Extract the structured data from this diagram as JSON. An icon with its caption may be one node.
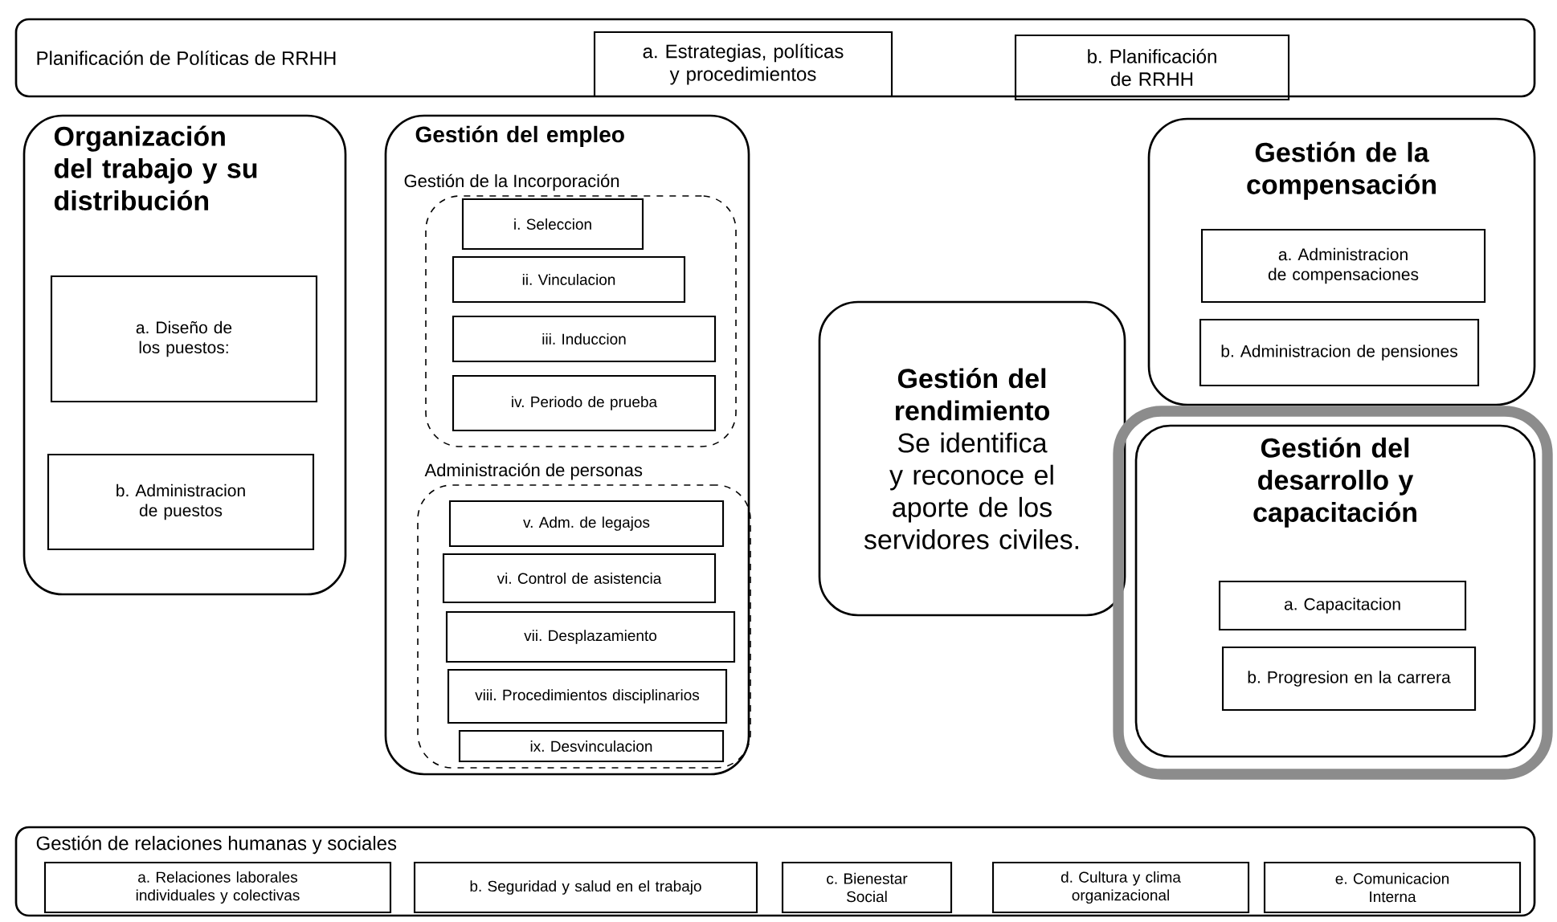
{
  "diagram": {
    "nodes": [
      {
        "text": [
          "Planificación de Políticas de RRHH"
        ]
      },
      {
        "text": [
          "a. Estrategias, políticas y procedimientos"
        ],
        "in": 0
      },
      {
        "text": [
          "b. Planificación de RRHH"
        ],
        "in": 0
      },
      {
        "text": [
          "Organización del trabajo y su distribución"
        ]
      },
      {
        "text": [
          "a. Diseño de los puestos:"
        ],
        "in": 3
      },
      {
        "text": [
          "b. Administracion de puestos"
        ],
        "in": 3
      },
      {
        "text": [
          "Gestión del empleo"
        ]
      },
      {
        "text": [
          "Gestión de la Incorporación"
        ],
        "in": 6
      },
      {
        "text": [
          "i. Seleccion"
        ],
        "in": 7
      },
      {
        "text": [
          "ii. Vinculacion"
        ],
        "in": 7
      },
      {
        "text": [
          "iii. Induccion"
        ],
        "in": 7
      },
      {
        "text": [
          "iv. Periodo de prueba"
        ],
        "in": 7
      },
      {
        "text": [
          "Administración de personas"
        ],
        "in": 6
      },
      {
        "text": [
          "v. Adm. de legajos"
        ],
        "in": 12
      },
      {
        "text": [
          "vi. Control de asistencia"
        ],
        "in": 12
      },
      {
        "text": [
          "vii. Desplazamiento"
        ],
        "in": 12
      },
      {
        "text": [
          "viii. Procedimientos disciplinarios"
        ],
        "in": 12
      },
      {
        "text": [
          "ix. Desvinculacion"
        ],
        "in": 12
      },
      {
        "text": [
          "Gestión del rendimiento",
          "Se identifica y reconoce el aporte de los servidores civiles."
        ]
      },
      {
        "text": [
          "Gestión de la compensación"
        ]
      },
      {
        "text": [
          "a. Administracion de compensaciones"
        ],
        "in": 19
      },
      {
        "text": [
          "b. Administracion de pensiones"
        ],
        "in": 19
      },
      {
        "text": [
          "Gestión del desarrollo y capacitación"
        ]
      },
      {
        "text": [
          "a. Capacitacion"
        ],
        "in": 22
      },
      {
        "text": [
          "b. Progresion en la carrera"
        ],
        "in": 22
      },
      {
        "text": [
          "Gestión de relaciones humanas y sociales"
        ]
      },
      {
        "text": [
          "a. Relaciones laborales individuales y colectivas"
        ],
        "in": 25
      },
      {
        "text": [
          "b. Seguridad y salud en el trabajo"
        ],
        "in": 25
      },
      {
        "text": [
          "c. Bienestar Social"
        ],
        "in": 25
      },
      {
        "text": [
          "d. Cultura y clima organizacional"
        ],
        "in": 25
      },
      {
        "text": [
          "e. Comunicacion Interna"
        ],
        "in": 25
      }
    ]
  }
}
